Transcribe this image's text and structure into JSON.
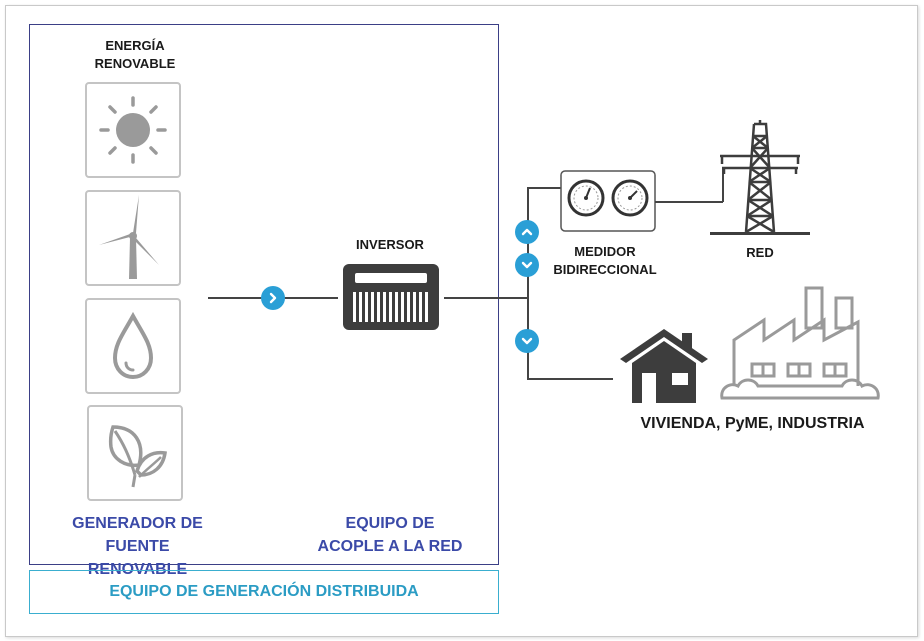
{
  "diagram": {
    "labels": {
      "renewable_energy": "ENERGÍA\nRENOVABLE",
      "renewable_energy_line1": "ENERGÍA",
      "renewable_energy_line2": "RENOVABLE",
      "inverter": "INVERSOR",
      "meter_line1": "MEDIDOR",
      "meter_line2": "BIDIRECCIONAL",
      "grid": "RED",
      "consumers": "VIVIENDA, PyME, INDUSTRIA",
      "generator_line1": "GENERADOR DE",
      "generator_line2": "FUENTE RENOVABLE",
      "coupling_line1": "EQUIPO DE",
      "coupling_line2": "ACOPLE A LA RED",
      "footer": "EQUIPO DE GENERACIÓN DISTRIBUIDA"
    },
    "sources": [
      {
        "name": "solar",
        "icon": "sun-icon"
      },
      {
        "name": "wind",
        "icon": "wind-turbine-icon"
      },
      {
        "name": "hydro",
        "icon": "water-drop-icon"
      },
      {
        "name": "biomass",
        "icon": "leaf-icon"
      }
    ],
    "flow_arrows": [
      {
        "name": "generator-to-inverter",
        "direction": "right"
      },
      {
        "name": "grid-export",
        "direction": "up"
      },
      {
        "name": "grid-import",
        "direction": "down"
      },
      {
        "name": "to-consumers",
        "direction": "down"
      }
    ],
    "colors": {
      "accent_blue": "#2a9fd6",
      "label_blue": "#3b4aa8",
      "box_border": "#3b3f86",
      "footer_border": "#3aaecf",
      "icon_gray": "#9a9a9a",
      "dark_icon": "#3d3d3d"
    }
  }
}
